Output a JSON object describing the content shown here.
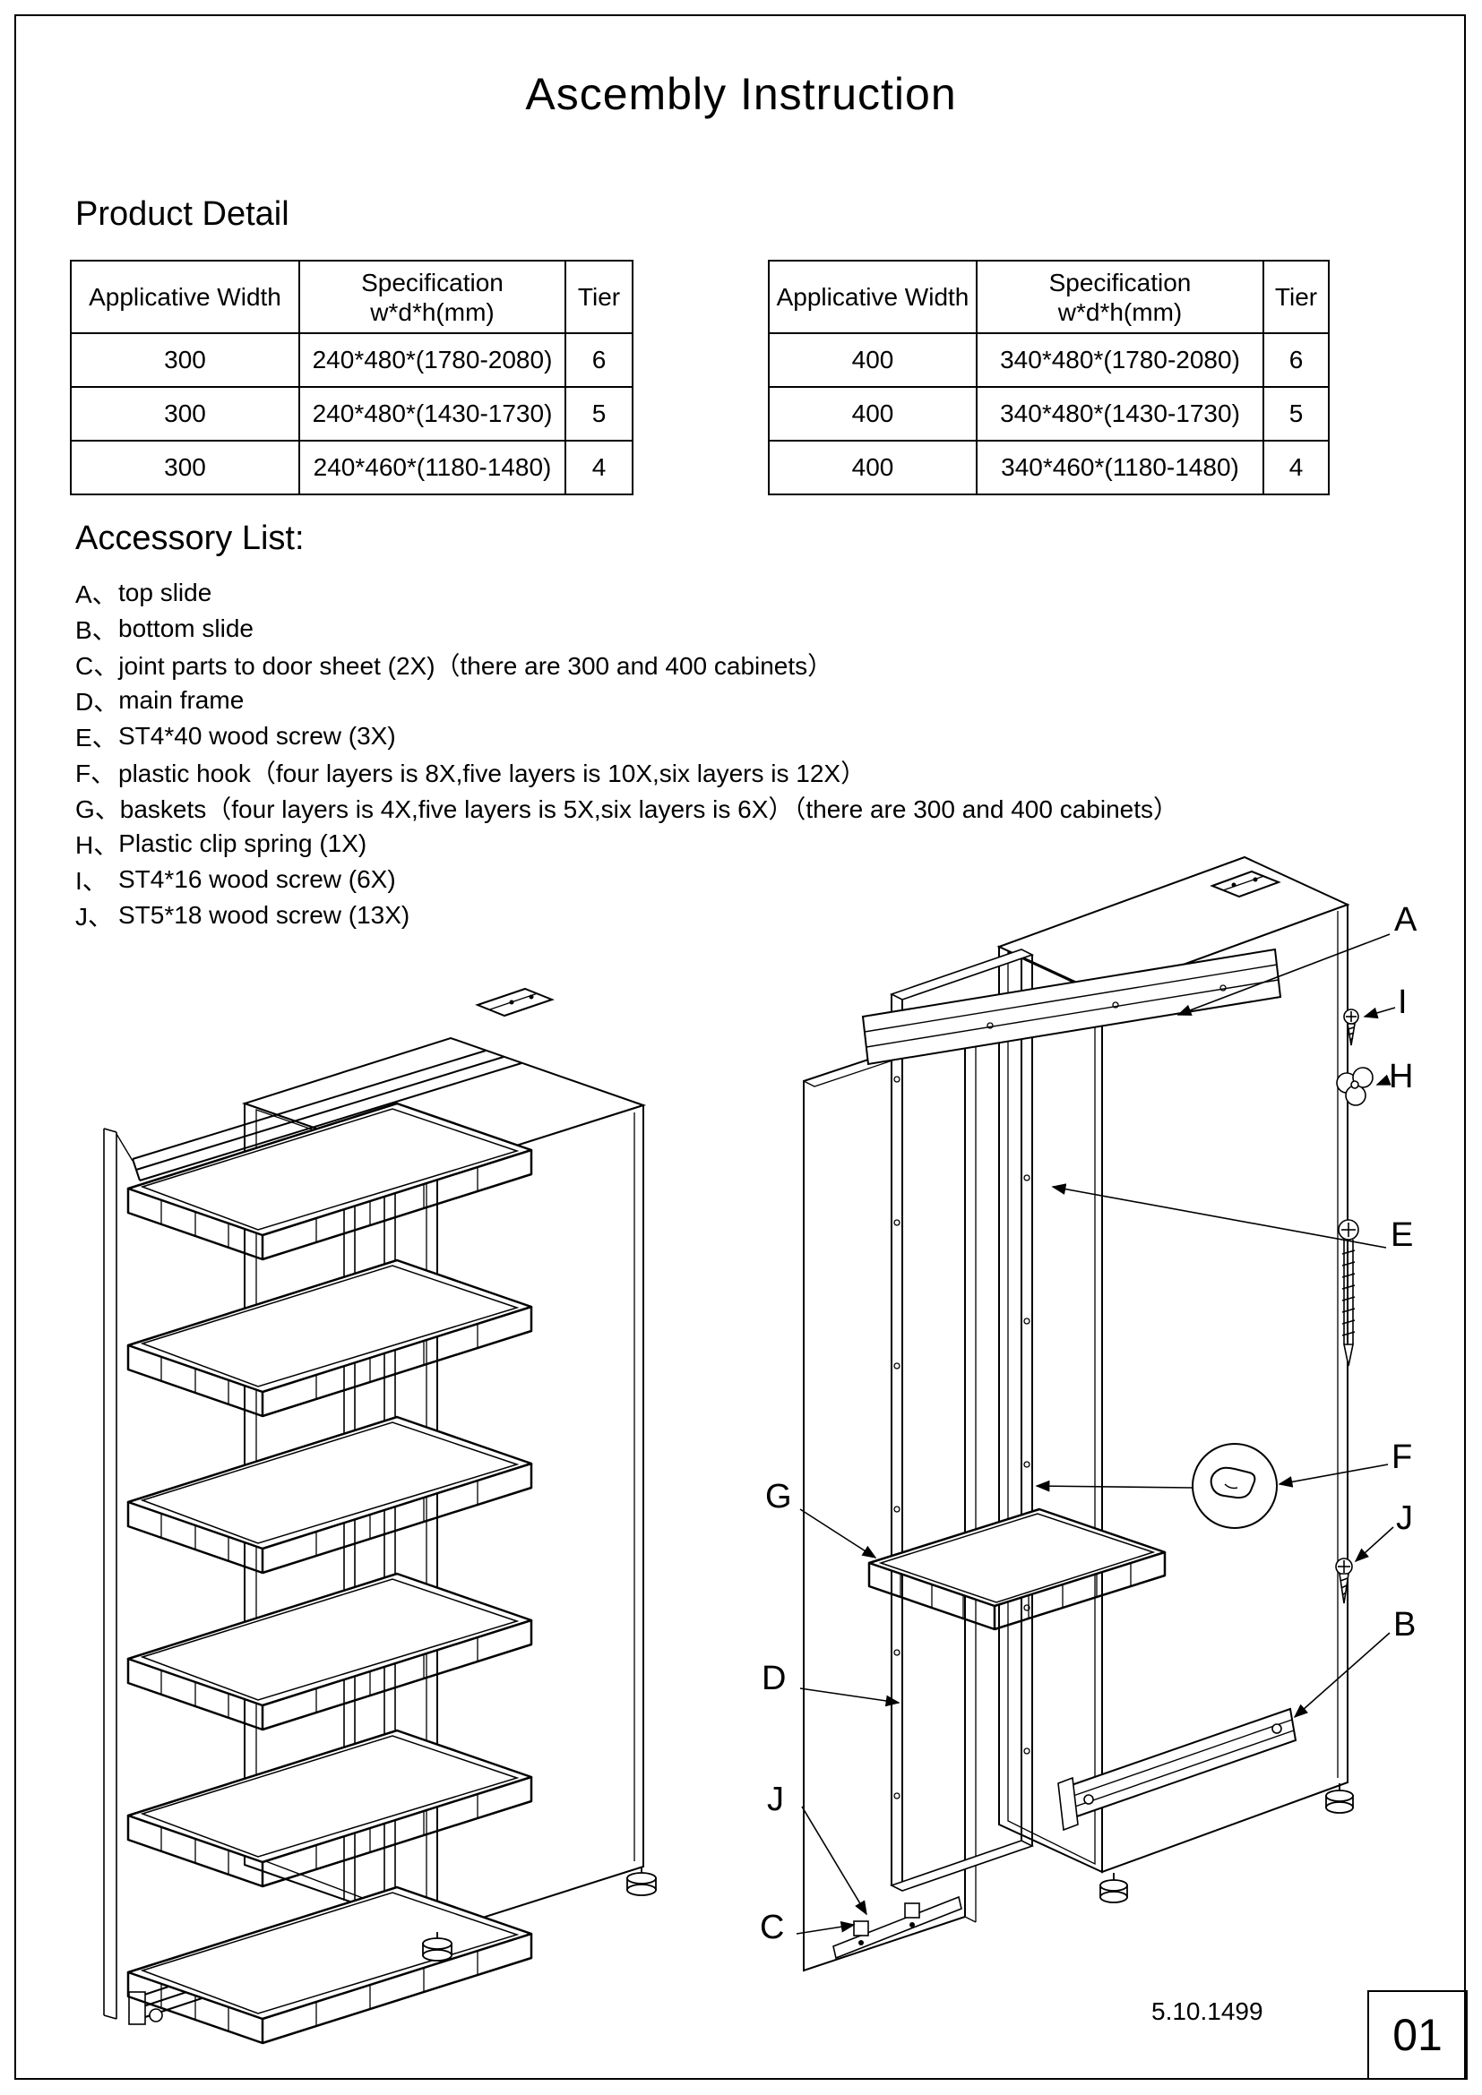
{
  "page": {
    "title": "Ascembly Instruction",
    "doc_code": "5.10.1499",
    "page_number": "01"
  },
  "colors": {
    "ink": "#000000",
    "paper": "#ffffff"
  },
  "product_detail": {
    "heading": "Product Detail",
    "tables": [
      {
        "headers": {
          "width": "Applicative Width",
          "spec_line1": "Specification",
          "spec_line2": "w*d*h(mm)",
          "tier": "Tier"
        },
        "rows": [
          {
            "width": "300",
            "spec": "240*480*(1780-2080)",
            "tier": "6"
          },
          {
            "width": "300",
            "spec": "240*480*(1430-1730)",
            "tier": "5"
          },
          {
            "width": "300",
            "spec": "240*460*(1180-1480)",
            "tier": "4"
          }
        ]
      },
      {
        "headers": {
          "width": "Applicative Width",
          "spec_line1": "Specification",
          "spec_line2": "w*d*h(mm)",
          "tier": "Tier"
        },
        "rows": [
          {
            "width": "400",
            "spec": "340*480*(1780-2080)",
            "tier": "6"
          },
          {
            "width": "400",
            "spec": "340*480*(1430-1730)",
            "tier": "5"
          },
          {
            "width": "400",
            "spec": "340*460*(1180-1480)",
            "tier": "4"
          }
        ]
      }
    ]
  },
  "accessory_list": {
    "heading": "Accessory List:",
    "items": [
      {
        "key": "A、",
        "text": "top slide"
      },
      {
        "key": "B、",
        "text": "bottom slide"
      },
      {
        "key": "C、",
        "text": "joint parts to door sheet (2X)（there are 300 and 400 cabinets）"
      },
      {
        "key": "D、",
        "text": "main frame"
      },
      {
        "key": "E、",
        "text": "ST4*40 wood screw (3X)"
      },
      {
        "key": "F、",
        "text": "plastic hook（four layers is 8X,five layers is 10X,six layers is 12X）"
      },
      {
        "key": "G、",
        "text": "baskets（four layers is 4X,five layers is 5X,six layers is 6X）（there are 300 and 400 cabinets）"
      },
      {
        "key": "H、",
        "text": "Plastic clip spring (1X)"
      },
      {
        "key": "I、",
        "text": "ST4*16 wood screw (6X)"
      },
      {
        "key": "J、",
        "text": "ST5*18 wood screw (13X)"
      }
    ]
  },
  "diagram": {
    "callouts": {
      "a": "A",
      "i": "I",
      "h": "H",
      "e": "E",
      "f": "F",
      "j_upper": "J",
      "b": "B",
      "g": "G",
      "d": "D",
      "j_lower": "J",
      "c": "C"
    }
  }
}
